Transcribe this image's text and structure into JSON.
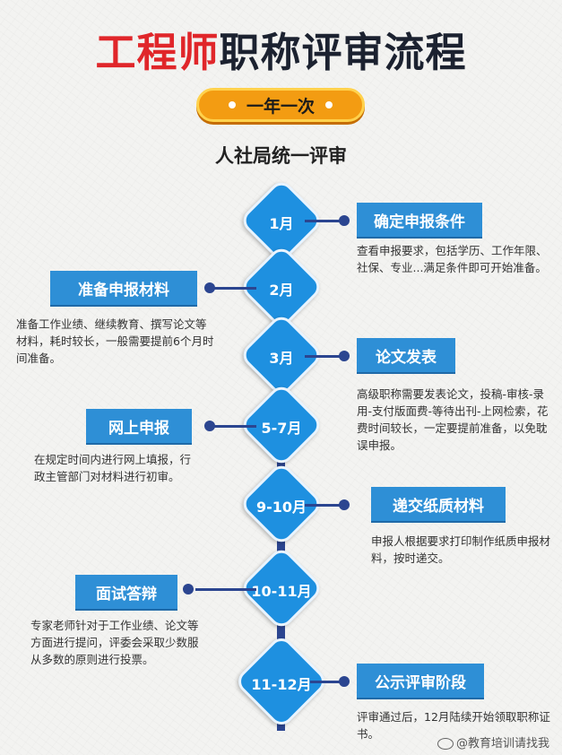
{
  "title": {
    "part1": "工程师",
    "part2": "职称评审流程"
  },
  "badge": "一年一次",
  "subtitle": "人社局统一评审",
  "steps": [
    {
      "month": "1月",
      "heading": "确定申报条件",
      "text": "查看申报要求，包括学历、工作年限、社保、专业...满足条件即可开始准备。"
    },
    {
      "month": "2月",
      "heading": "准备申报材料",
      "text": "准备工作业绩、继续教育、撰写论文等材料，耗时较长，一般需要提前6个月时间准备。"
    },
    {
      "month": "3月",
      "heading": "论文发表",
      "text": "高级职称需要发表论文，投稿-审核-录用-支付版面费-等待出刊-上网检索，花费时间较长，一定要提前准备，以免耽误申报。"
    },
    {
      "month": "5-7月",
      "heading": "网上申报",
      "text": "在规定时间内进行网上填报，行政主管部门对材料进行初审。"
    },
    {
      "month": "9-10月",
      "heading": "递交纸质材料",
      "text": "申报人根据要求打印制作纸质申报材料，按时递交。"
    },
    {
      "month": "10-11月",
      "heading": "面试答辩",
      "text": "专家老师针对于工作业绩、论文等方面进行提问，评委会采取少数服从多数的原则进行投票。"
    },
    {
      "month": "11-12月",
      "heading": "公示评审阶段",
      "text": "评审通过后，12月陆续开始领取职称证书。"
    }
  ],
  "watermark": "@教育培训请找我",
  "colors": {
    "title_red": "#e0262a",
    "title_dark": "#1c2230",
    "badge": "#f39c12",
    "node": "#1e90e0",
    "box": "#2e8fd6",
    "line": "#2b4590"
  }
}
